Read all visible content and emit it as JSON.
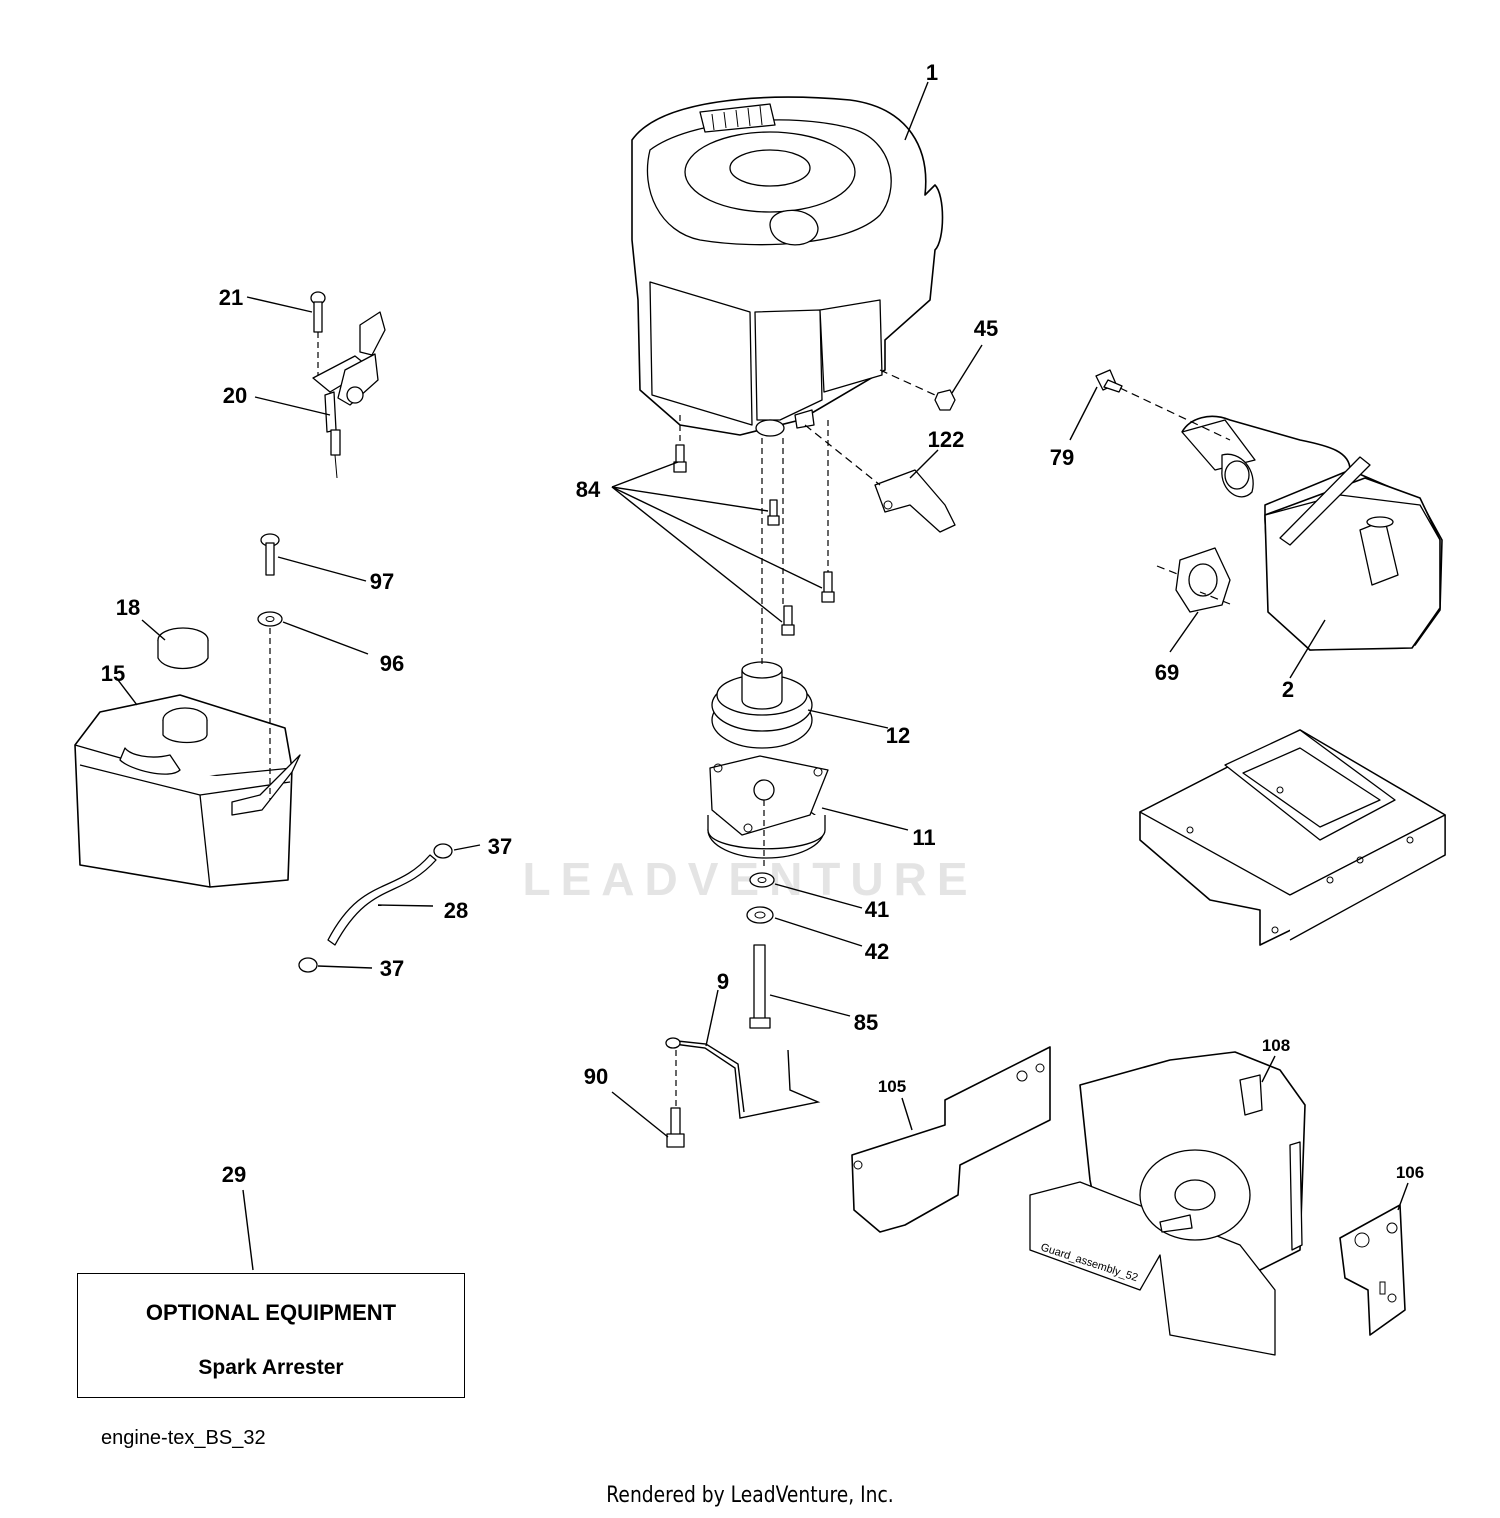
{
  "watermark": "LEADVENTURE",
  "parts": {
    "p1": "1",
    "p2": "2",
    "p9": "9",
    "p11": "11",
    "p12": "12",
    "p15": "15",
    "p18": "18",
    "p20": "20",
    "p21": "21",
    "p28": "28",
    "p29": "29",
    "p37a": "37",
    "p37b": "37",
    "p41": "41",
    "p42": "42",
    "p45": "45",
    "p69": "69",
    "p79": "79",
    "p84": "84",
    "p85": "85",
    "p90": "90",
    "p96": "96",
    "p97": "97",
    "p105": "105",
    "p106": "106",
    "p108": "108",
    "p122": "122"
  },
  "optional_box": {
    "title": "OPTIONAL EQUIPMENT",
    "item": "Spark Arrester"
  },
  "diagram_code": "engine-tex_BS_32",
  "guard_label": "Guard_assembly_52",
  "footer": "Rendered by LeadVenture, Inc."
}
